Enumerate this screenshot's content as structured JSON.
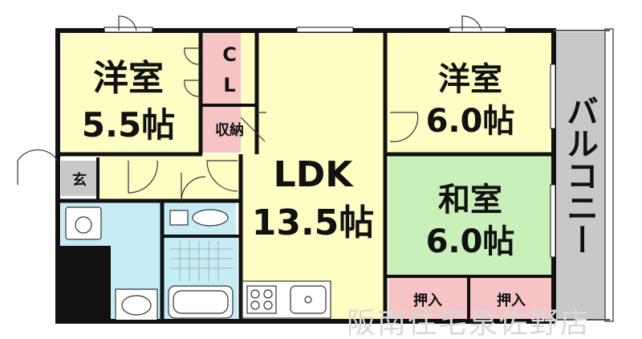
{
  "rooms": {
    "western_room_1": {
      "name": "洋室",
      "size": "5.5帖"
    },
    "closet": {
      "line1": "C",
      "line2": "L"
    },
    "storage": {
      "name": "収納"
    },
    "entrance": {
      "name": "玄"
    },
    "ldk": {
      "name": "LDK",
      "size": "13.5帖"
    },
    "western_room_2": {
      "name": "洋室",
      "size": "6.0帖"
    },
    "japanese_room": {
      "name": "和室",
      "size": "6.0帖"
    },
    "oshiire_1": {
      "name": "押入"
    },
    "oshiire_2": {
      "name": "押入"
    },
    "balcony": {
      "name": "バルコニー"
    }
  },
  "watermark": "阪南住宅泉佐野店",
  "colors": {
    "western": "#fdfdc4",
    "ldk": "#fdfdc4",
    "closet": "#f6c4c4",
    "japanese": "#c8f0b8",
    "wet_area": "#c6ecf6",
    "balcony": "#c8c8c8",
    "wall": "#111111",
    "entrance": "#c8c8c8"
  }
}
